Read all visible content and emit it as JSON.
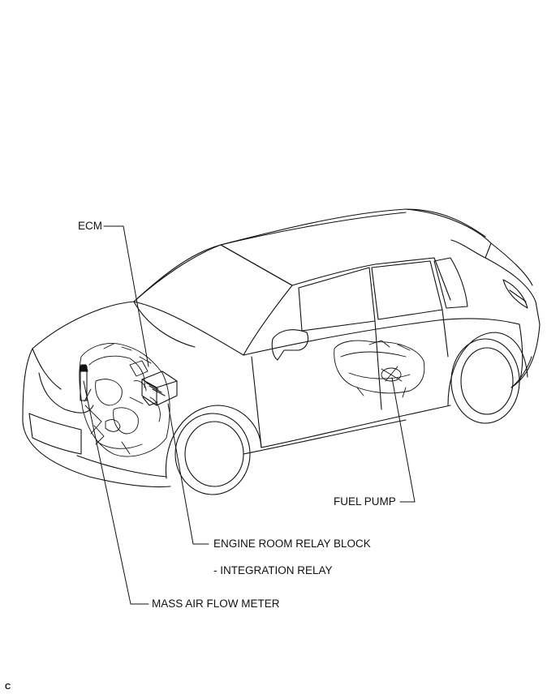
{
  "labels": {
    "ecm": "ECM",
    "fuel_pump": "FUEL PUMP",
    "engine_room_relay_block": "ENGINE ROOM RELAY BLOCK",
    "integration_relay": "-  INTEGRATION RELAY",
    "mass_air_flow_meter": "MASS AIR FLOW METER"
  },
  "figure_code": "C",
  "colors": {
    "line": "#111111",
    "background": "#ffffff"
  }
}
